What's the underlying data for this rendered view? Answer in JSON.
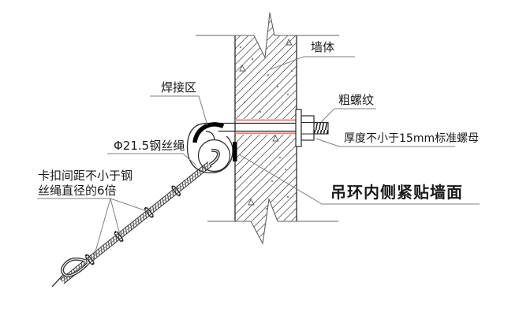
{
  "diagram": {
    "labels": {
      "wall": "墙体",
      "weld_zone": "焊接区",
      "rope": "Φ21.5钢丝绳",
      "clamp_line1": "卡扣间距不小于钢",
      "clamp_line2": "丝绳直径的6倍",
      "coarse_thread": "粗螺纹",
      "nut": "厚度不小于15mm标准螺母",
      "ring": "吊环内侧紧贴墙面"
    },
    "colors": {
      "highlight_red": "#f28080",
      "leader_gray": "#7f7f7f",
      "ink": "#2a2a2a"
    }
  }
}
